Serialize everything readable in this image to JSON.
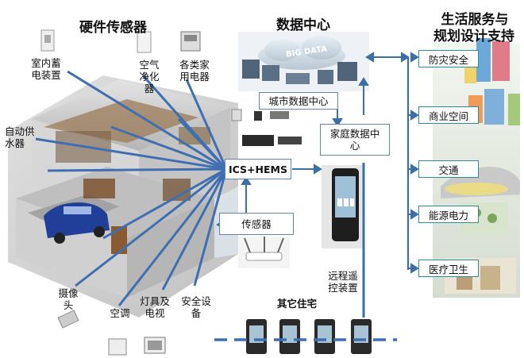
{
  "titles": {
    "hardware": "硬件传感器",
    "datacenter": "数据中心",
    "services_line1": "生活服务与",
    "services_line2": "规划设计支持",
    "other_homes": "其它住宅"
  },
  "hardware_labels": {
    "battery": [
      "室内蓄",
      "电装置"
    ],
    "air_purifier": [
      "空气",
      "净化器"
    ],
    "appliances": [
      "各类家",
      "用电器"
    ],
    "water_heater": [
      "自动供",
      "水器"
    ],
    "camera": [
      "摄像",
      "头"
    ],
    "air_conditioner": [
      "空调"
    ],
    "lights_tv": [
      "灯具及",
      "电视"
    ],
    "security": [
      "安全设",
      "备"
    ]
  },
  "datacenter_labels": {
    "city_dc": "城市数据中心",
    "home_dc": [
      "家庭数据中",
      "心"
    ],
    "hub": "ICS+HEMS",
    "sensor": "传感器",
    "remote": [
      "远程遥",
      "控装置"
    ],
    "cloud_text": "BIG DATA"
  },
  "services": [
    {
      "label": "防灾安全"
    },
    {
      "label": "商业空间"
    },
    {
      "label": "交通"
    },
    {
      "label": "能源电力"
    },
    {
      "label": "医疗卫生"
    }
  ],
  "colors": {
    "ray": "#3f6fb0",
    "box_border": "#5b86b6",
    "service_border": "#2f8a9a",
    "arrow": "#3c6ea8",
    "dash": "#3f6fb0"
  }
}
